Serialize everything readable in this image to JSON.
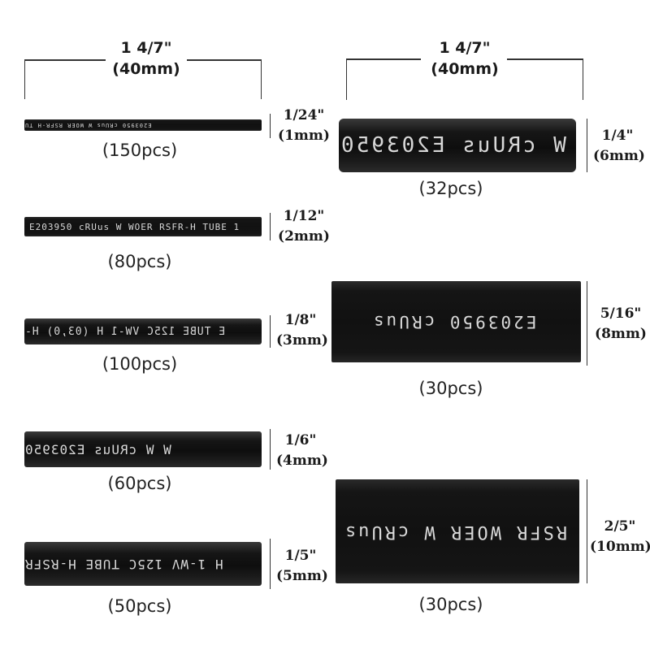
{
  "left_column": {
    "length_label": {
      "line1": "1 4/7\"",
      "line2": "(40mm)"
    },
    "tubes": [
      {
        "dim1": "1/24\"",
        "dim2": "(1mm)",
        "qty": "(150pcs)",
        "print": "E203950 cRUus W WOER RSFR-H TU"
      },
      {
        "dim1": "1/12\"",
        "dim2": "(2mm)",
        "qty": "(80pcs)",
        "print": "E203950 cRUus W WOER RSFR-H TUBE 1"
      },
      {
        "dim1": "1/8\"",
        "dim2": "(3mm)",
        "qty": "(100pcs)",
        "print": "E TUBE 125C VW-1 H (03,0) H-"
      },
      {
        "dim1": "1/6\"",
        "dim2": "(4mm)",
        "qty": "(60pcs)",
        "print": "W W cRUus E203950"
      },
      {
        "dim1": "1/5\"",
        "dim2": "(5mm)",
        "qty": "(50pcs)",
        "print": "H 1-WV 125C TUBE H-RSFR"
      }
    ]
  },
  "right_column": {
    "length_label": {
      "line1": "1 4/7\"",
      "line2": "(40mm)"
    },
    "tubes": [
      {
        "dim1": "1/4\"",
        "dim2": "(6mm)",
        "qty": "(32pcs)",
        "print": "W cRUus E203950"
      },
      {
        "dim1": "5/16\"",
        "dim2": "(8mm)",
        "qty": "(30pcs)",
        "print": "E203950 cRUus"
      },
      {
        "dim1": "2/5\"",
        "dim2": "(10mm)",
        "qty": "(30pcs)",
        "print": "RSFR WOER W cRUus"
      }
    ]
  }
}
